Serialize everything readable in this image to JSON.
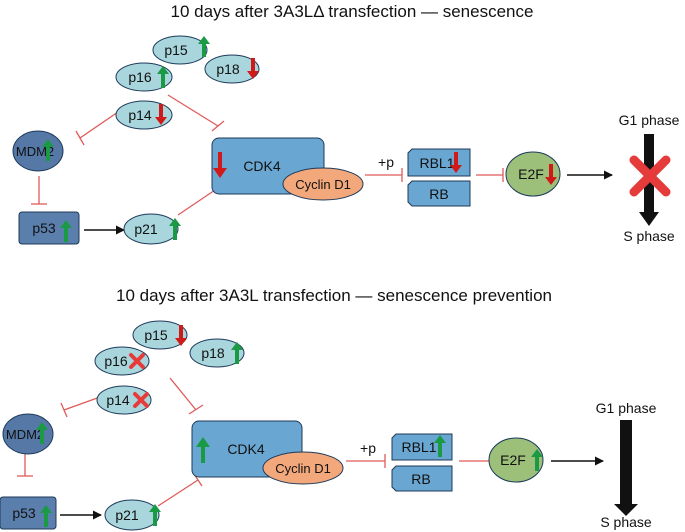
{
  "colors": {
    "ellipse_p_proteins": "#a9d6dc",
    "mdm2": "#5578a6",
    "p53": "#5b7fad",
    "cdk4": "#6aa6d2",
    "cyclin": "#f3a87c",
    "rb": "#6aa6d2",
    "e2f": "#9cc07a",
    "arrow_up": "#1a9a45",
    "arrow_down": "#d01a1a",
    "cross": "#e53b3b",
    "inhibition_line": "#e05a5a"
  },
  "panels": [
    {
      "title": "10 days after 3A3LΔ transfection — senescence",
      "nodes": {
        "p15": {
          "label": "p15",
          "change": "up"
        },
        "p16": {
          "label": "p16",
          "change": "up"
        },
        "p18": {
          "label": "p18",
          "change": "down"
        },
        "p14": {
          "label": "p14",
          "change": "down"
        },
        "mdm2": {
          "label": "MDM2",
          "change": "up"
        },
        "p53": {
          "label": "p53",
          "change": "up"
        },
        "p21": {
          "label": "p21",
          "change": "up"
        },
        "cdk4": {
          "label": "CDK4",
          "change": "down"
        },
        "cyclin": {
          "label": "Cyclin D1"
        },
        "rbl1": {
          "label": "RBL1",
          "change": "down"
        },
        "rb": {
          "label": "RB"
        },
        "e2f": {
          "label": "E2F",
          "change": "down"
        }
      },
      "phosphorylation_label": "+p",
      "phase_top": "G1 phase",
      "phase_bottom": "S phase",
      "transition": "blocked"
    },
    {
      "title": "10 days after 3A3L transfection — senescence prevention",
      "nodes": {
        "p15": {
          "label": "p15",
          "change": "down"
        },
        "p16": {
          "label": "p16",
          "change": "blocked"
        },
        "p18": {
          "label": "p18",
          "change": "up"
        },
        "p14": {
          "label": "p14",
          "change": "blocked"
        },
        "mdm2": {
          "label": "MDM2",
          "change": "up"
        },
        "p53": {
          "label": "p53",
          "change": "up"
        },
        "p21": {
          "label": "p21",
          "change": "up"
        },
        "cdk4": {
          "label": "CDK4",
          "change": "up"
        },
        "cyclin": {
          "label": "Cyclin D1"
        },
        "rbl1": {
          "label": "RBL1",
          "change": "up"
        },
        "rb": {
          "label": "RB"
        },
        "e2f": {
          "label": "E2F",
          "change": "up"
        }
      },
      "phosphorylation_label": "+p",
      "phase_top": "G1 phase",
      "phase_bottom": "S phase",
      "transition": "proceeds"
    }
  ]
}
